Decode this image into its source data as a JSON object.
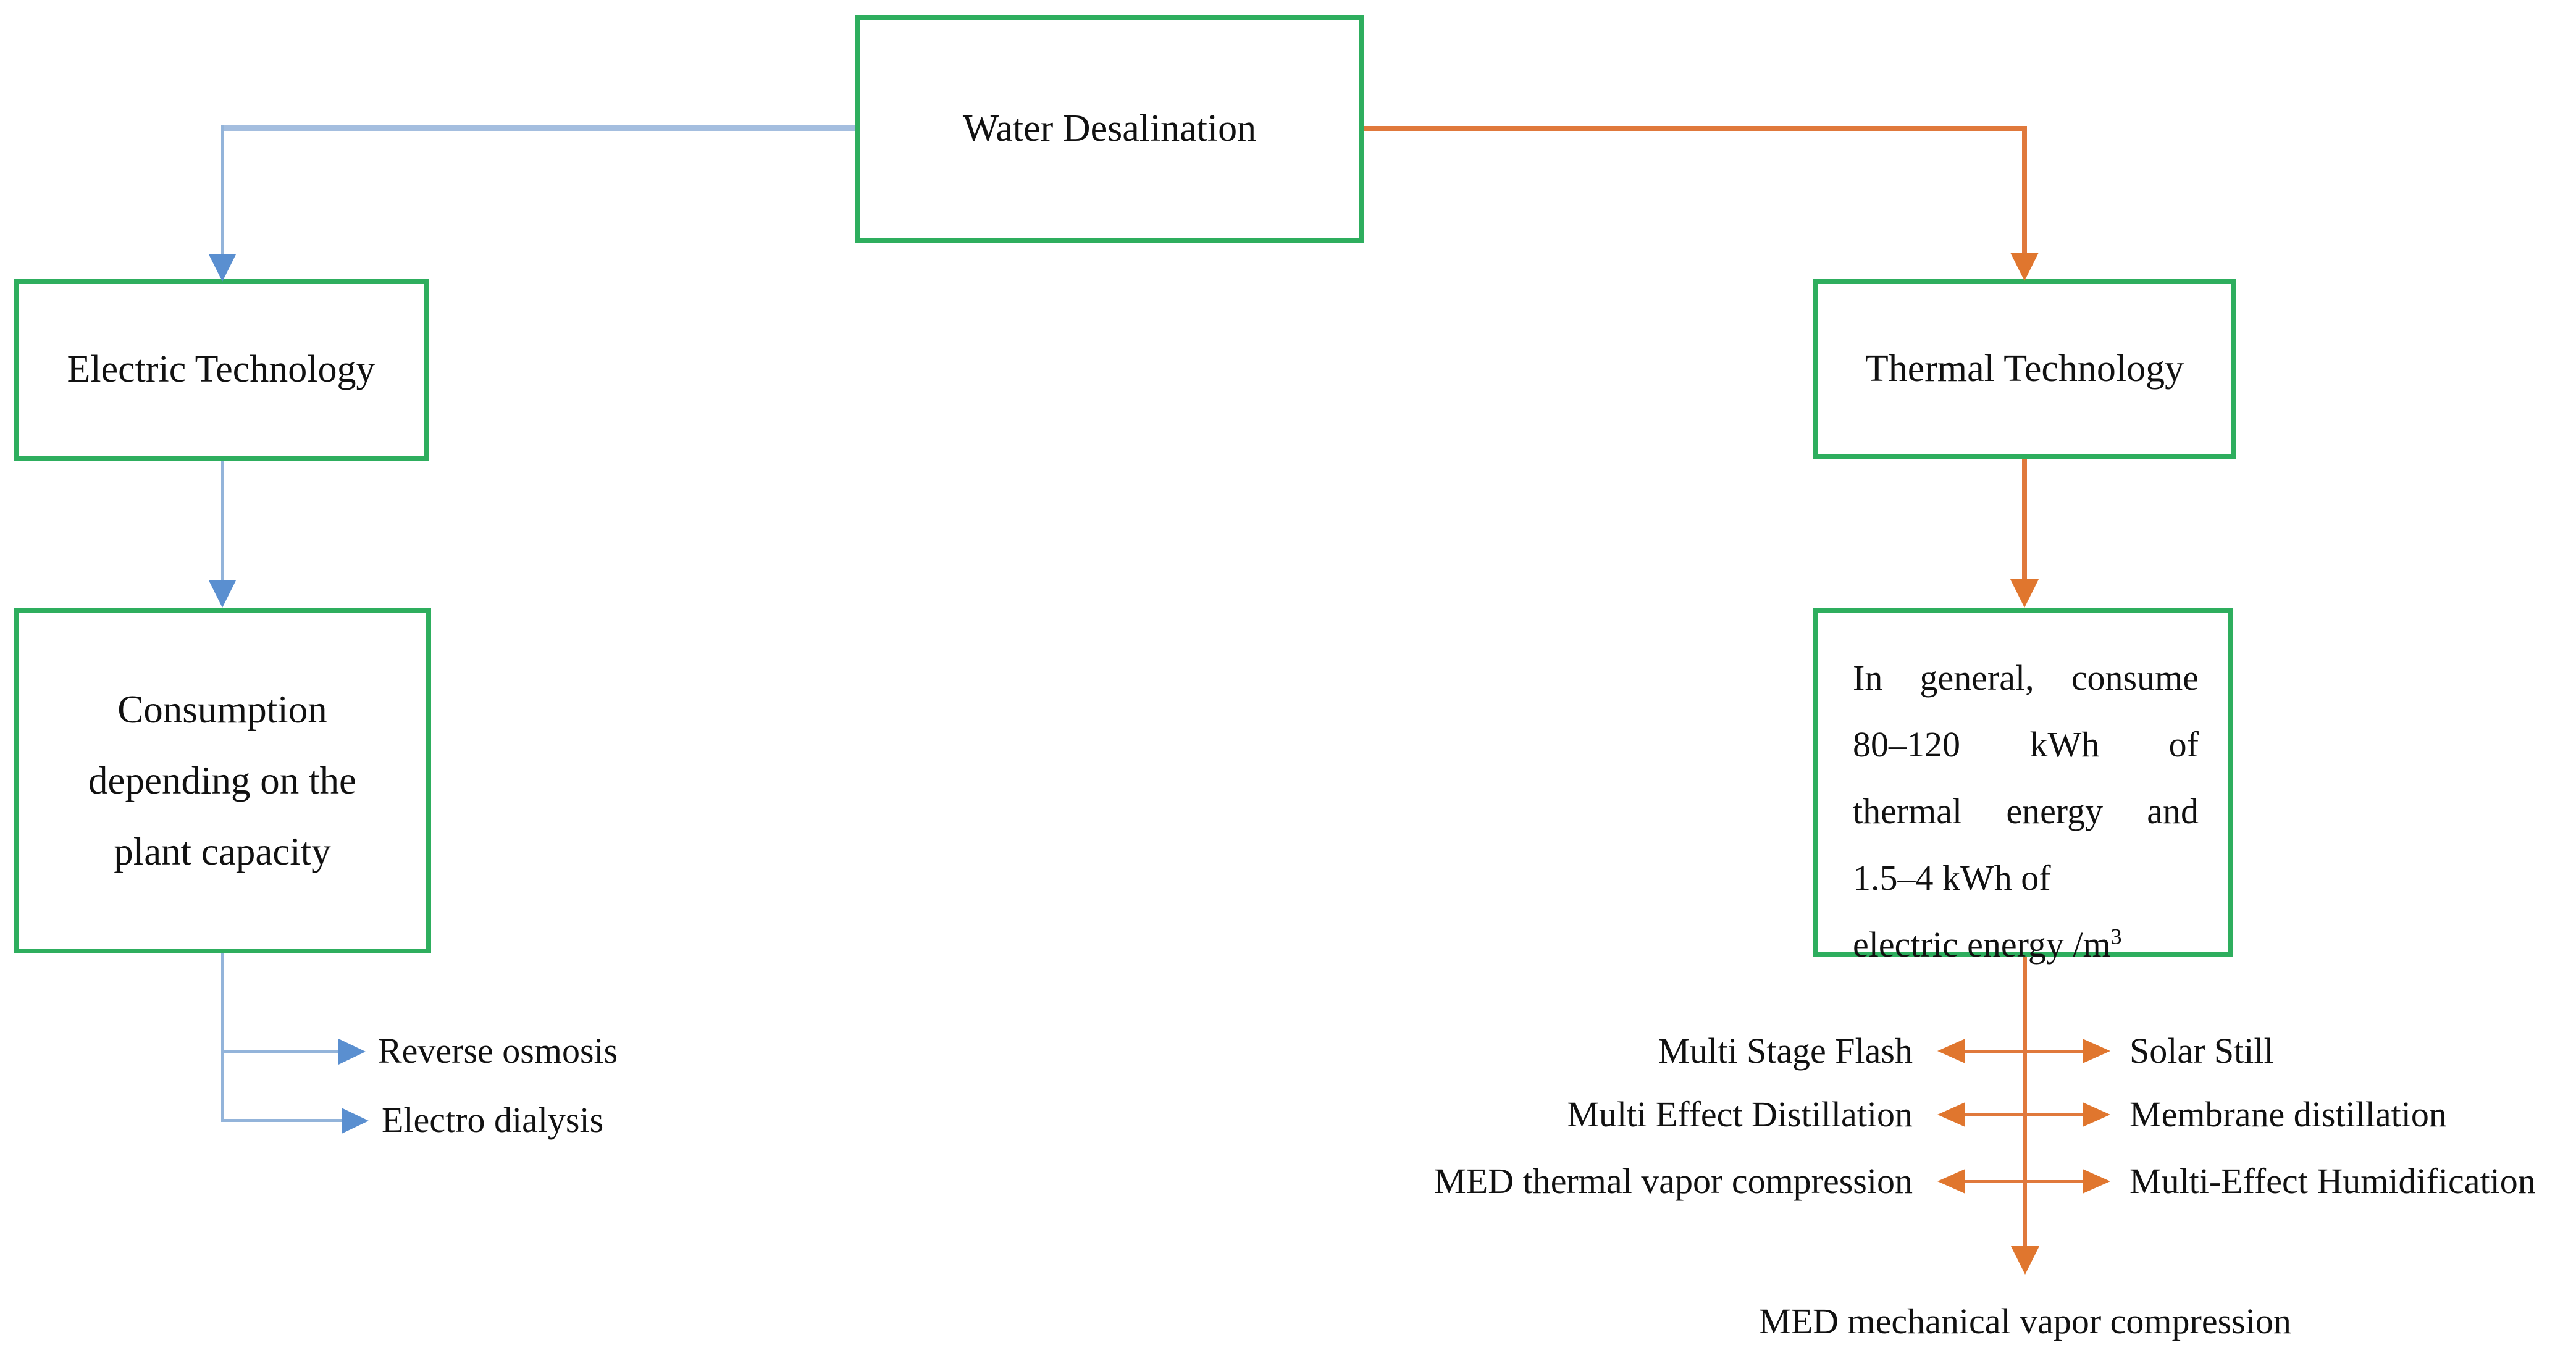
{
  "colors": {
    "background": "#ffffff",
    "text": "#111111",
    "green_border": "#2eae5e",
    "blue_line": "#93b4da",
    "blue_line_h": "#a4bedf",
    "blue_arrow": "#5a8fd0",
    "orange_line": "#e0793c",
    "orange_arrow": "#e0762e"
  },
  "nodes": {
    "root": {
      "label": "Water Desalination"
    },
    "electric": {
      "label": "Electric Technology"
    },
    "consumption": {
      "lines": [
        "Consumption",
        "depending on the",
        "plant capacity"
      ]
    },
    "thermal": {
      "label": "Thermal Technology"
    },
    "thermal_detail": {
      "lines": [
        "In general, consume",
        "80–120 kWh of",
        "thermal energy and",
        "1.5–4 kWh of",
        "electric energy /m"
      ],
      "sup": "3"
    }
  },
  "electric_leaves": [
    {
      "label": "Reverse osmosis"
    },
    {
      "label": "Electro dialysis"
    }
  ],
  "thermal_rows": [
    {
      "left": "Multi Stage Flash",
      "right": "Solar Still"
    },
    {
      "left": "Multi Effect Distillation",
      "right": "Membrane distillation"
    },
    {
      "left": "MED thermal vapor compression",
      "right": "Multi-Effect Humidification"
    }
  ],
  "bottom_leaf": {
    "label": "MED mechanical vapor compression"
  }
}
